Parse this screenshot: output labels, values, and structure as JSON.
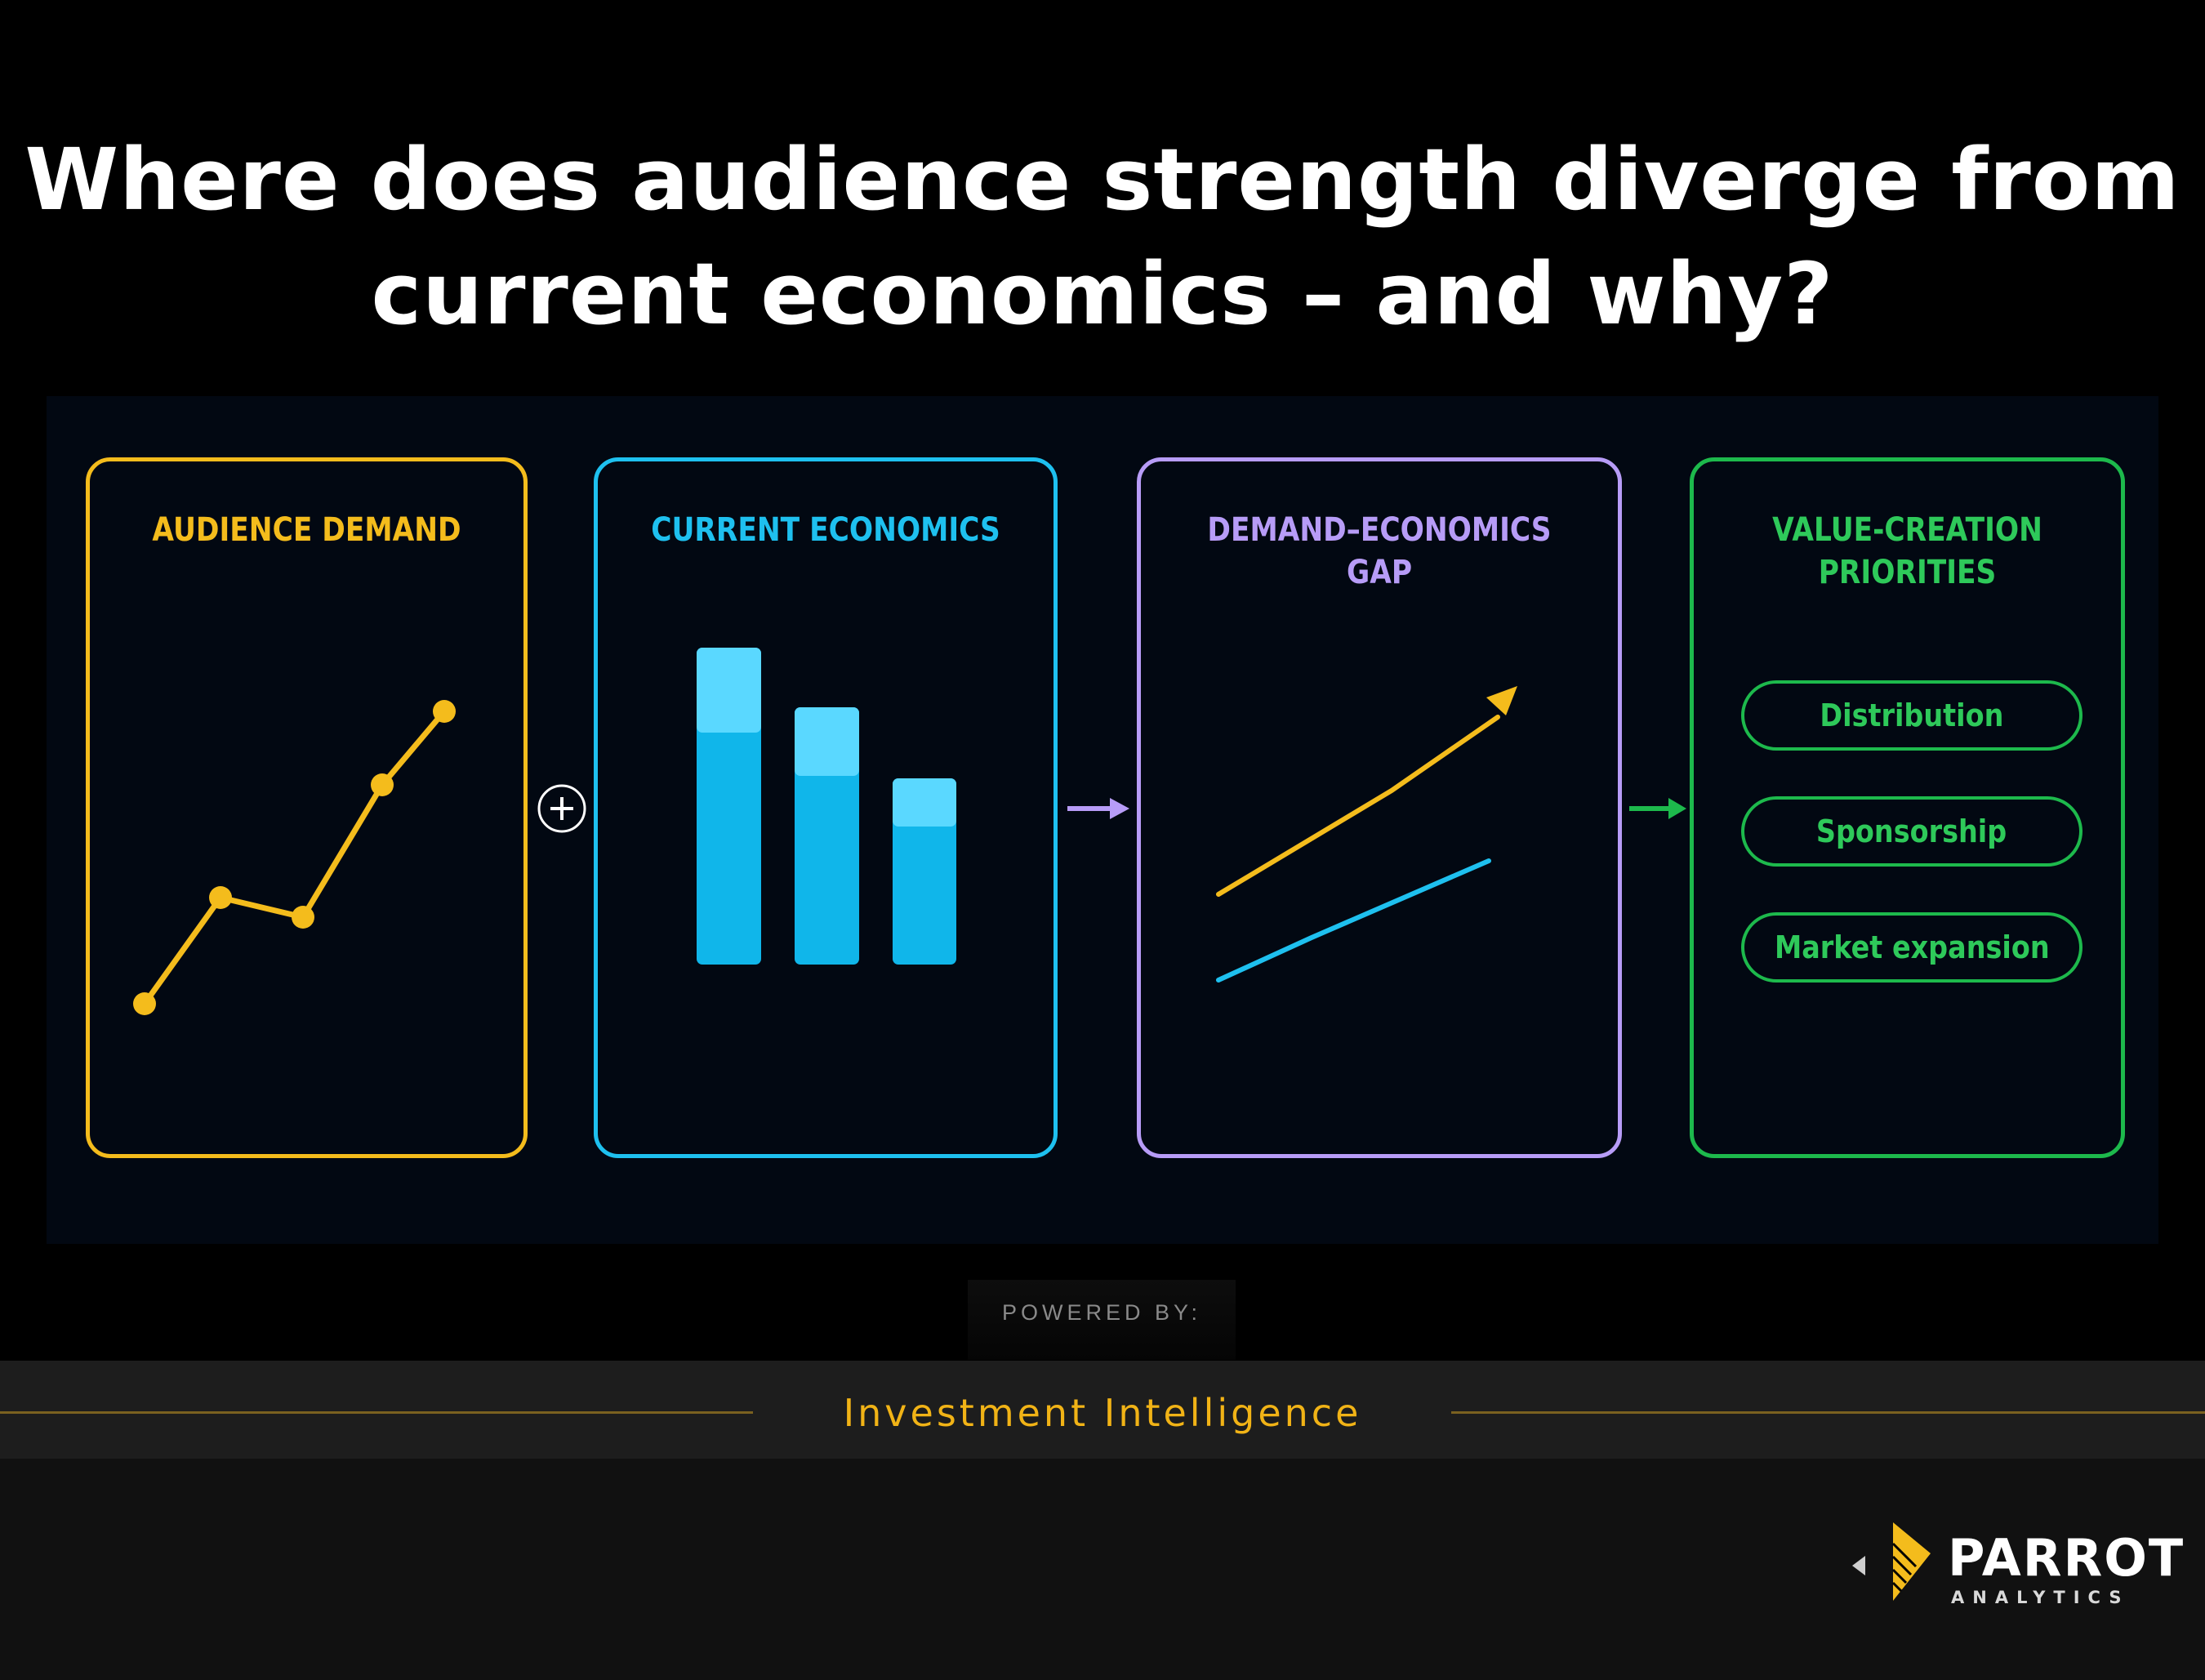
{
  "header": {
    "title_line1": "Where does audience strength diverge from",
    "title_line2": "current economics – and why?"
  },
  "cards": [
    {
      "title_lines": [
        "AUDIENCE DEMAND"
      ],
      "color": "#f4bc1c"
    },
    {
      "title_lines": [
        "CURRENT ECONOMICS"
      ],
      "color": "#1ec0ef"
    },
    {
      "title_lines": [
        "DEMAND–ECONOMICS",
        "GAP"
      ],
      "color": "#b79cf7"
    },
    {
      "title_lines": [
        "VALUE-CREATION",
        "PRIORITIES"
      ],
      "color": "#2ec95a"
    }
  ],
  "priorities": [
    "Distribution",
    "Sponsorship",
    "Market expansion"
  ],
  "icons": {
    "demand": "line-trend-icon",
    "economics": "bar-icon",
    "gap": "diverging-lines-icon",
    "plus": "plus-circle-icon",
    "arrow": "right-arrow-icon"
  },
  "footer": {
    "powered_by": "POWERED BY:",
    "band_label": "Investment Intelligence",
    "logo_name": "PARROT",
    "logo_sub": "ANALYTICS"
  },
  "colors": {
    "background": "#000000",
    "accent_gold": "#f4bc1c",
    "accent_blue": "#1ec0ef",
    "accent_purple": "#b79cf7",
    "accent_green": "#2ec95a"
  }
}
